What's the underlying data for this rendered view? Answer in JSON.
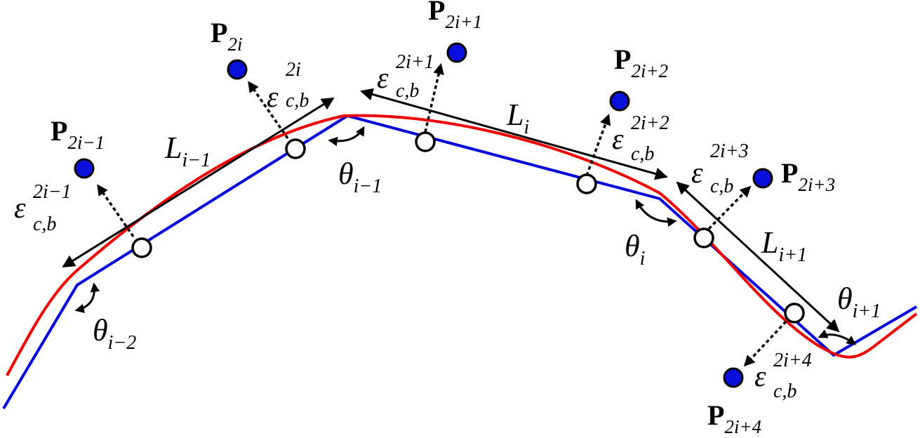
{
  "colors": {
    "polyline": "#0000dd",
    "curve": "#ee0000",
    "point_fill": "#0a10dc",
    "arrow": "#000000",
    "node_fill": "#ffffff"
  },
  "points": [
    {
      "base": "P",
      "sub": "2i−1"
    },
    {
      "base": "P",
      "sub": "2i"
    },
    {
      "base": "P",
      "sub": "2i+1"
    },
    {
      "base": "P",
      "sub": "2i+2"
    },
    {
      "base": "P",
      "sub": "2i+3"
    },
    {
      "base": "P",
      "sub": "2i+4"
    }
  ],
  "errors": [
    {
      "base": "ε",
      "sup": "2i−1",
      "sub": "c,b"
    },
    {
      "base": "ε",
      "sup": "2i",
      "sub": "c,b"
    },
    {
      "base": "ε",
      "sup": "2i+1",
      "sub": "c,b"
    },
    {
      "base": "ε",
      "sup": "2i+2",
      "sub": "c,b"
    },
    {
      "base": "ε",
      "sup": "2i+3",
      "sub": "c,b"
    },
    {
      "base": "ε",
      "sup": "2i+4",
      "sub": "c,b"
    }
  ],
  "lengths": [
    {
      "base": "L",
      "sub": "i−1"
    },
    {
      "base": "L",
      "sub": "i"
    },
    {
      "base": "L",
      "sub": "i+1"
    }
  ],
  "angles": [
    {
      "base": "θ",
      "sub": "i−2"
    },
    {
      "base": "θ",
      "sub": "i−1"
    },
    {
      "base": "θ",
      "sub": "i"
    },
    {
      "base": "θ",
      "sub": "i+1"
    }
  ]
}
